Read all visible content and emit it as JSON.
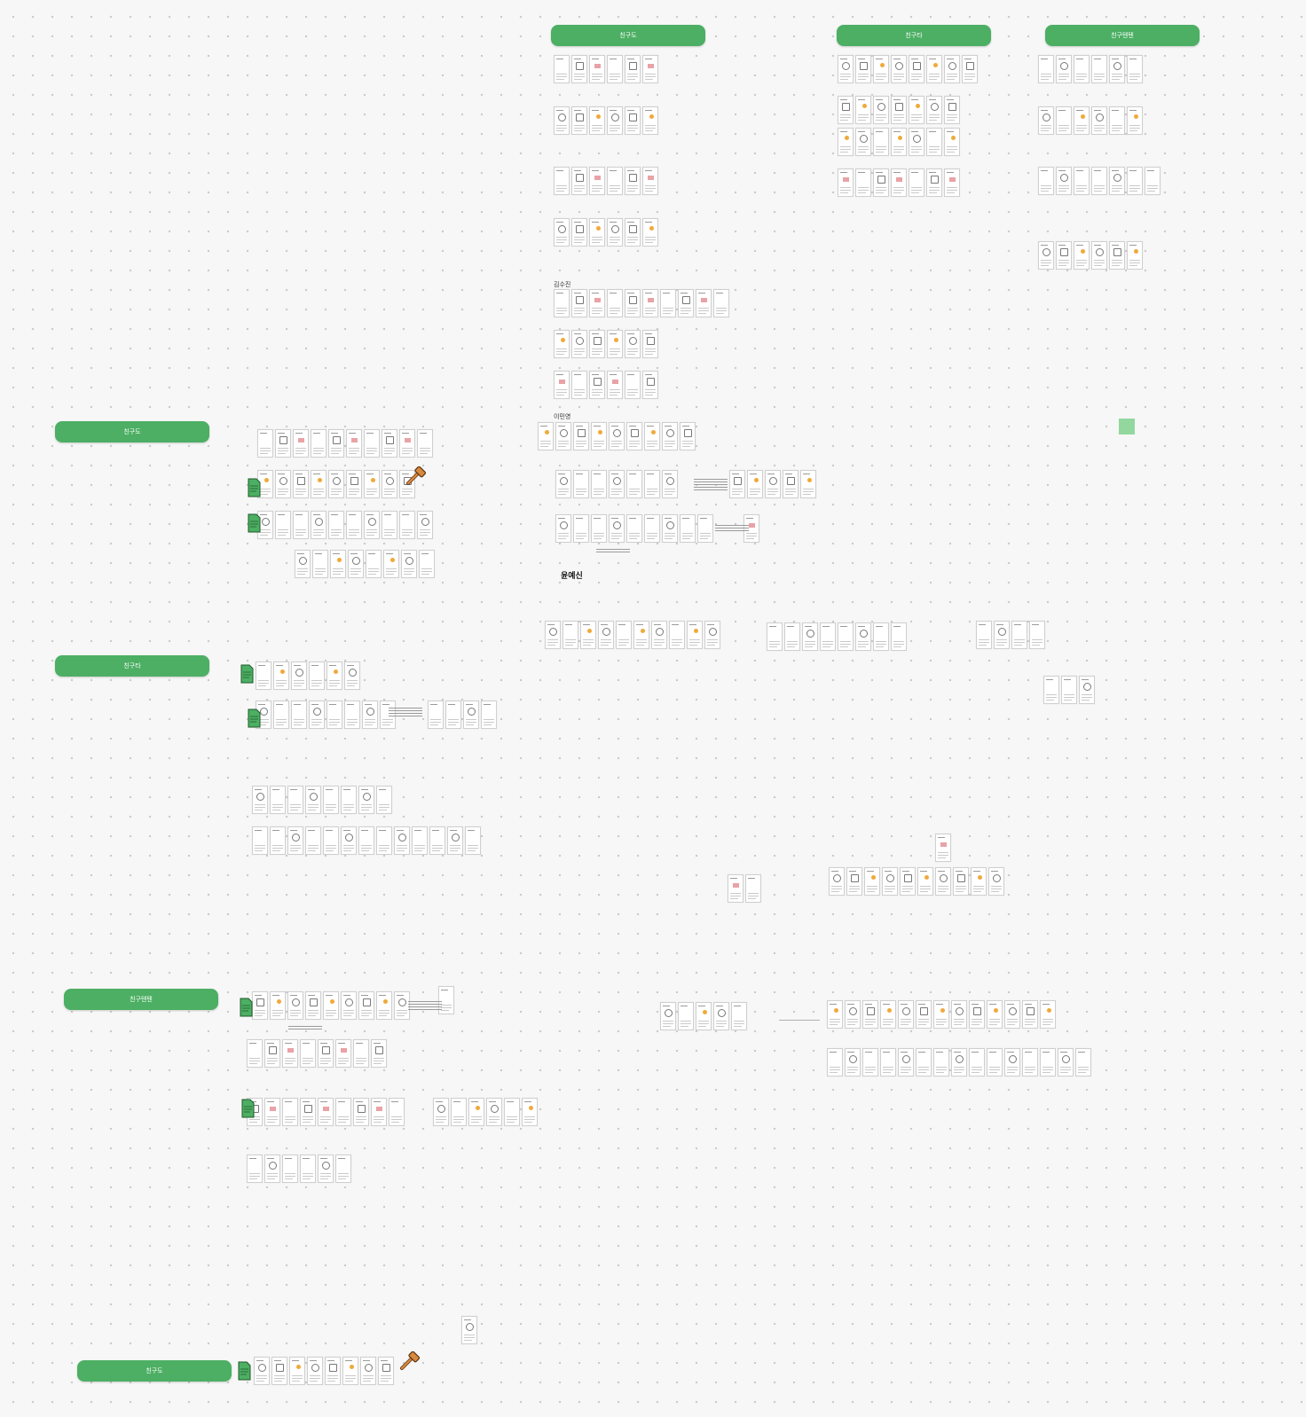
{
  "canvas": {
    "app": "whiteboard",
    "background": "#f7f7f7",
    "accent": "#4caf63"
  },
  "labels": {
    "col_1": "친구도",
    "col_2": "친구타",
    "col_3": "친구텐텐",
    "left_1": "친구도",
    "left_2": "친구타",
    "left_3": "친구텐텐",
    "left_4": "친구도"
  },
  "names": {
    "name_a": "김수진",
    "name_b": "이민영",
    "name_c": "윤예신"
  },
  "icons": {
    "doc_sticker": "green-document-sticker-icon",
    "tool_sticker": "orange-hammer-sticker-icon"
  }
}
